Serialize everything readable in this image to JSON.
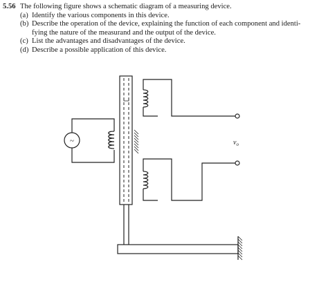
{
  "problem": {
    "number": "5.56",
    "lead": "The following figure shows a schematic diagram of a measuring device.",
    "parts": [
      {
        "label": "(a)",
        "text": "Identify the various components in this device."
      },
      {
        "label": "(b)",
        "text": "Describe the operation of the device, explaining the function of each component and identi-",
        "cont": "fying the nature of the measurand and the output of the device."
      },
      {
        "label": "(c)",
        "text": "List the advantages and disadvantages of the device."
      },
      {
        "label": "(d)",
        "text": "Describe a possible application of this device."
      }
    ]
  },
  "diagram": {
    "output_label": "v",
    "output_subscript": "o",
    "source_symbol": "~"
  }
}
